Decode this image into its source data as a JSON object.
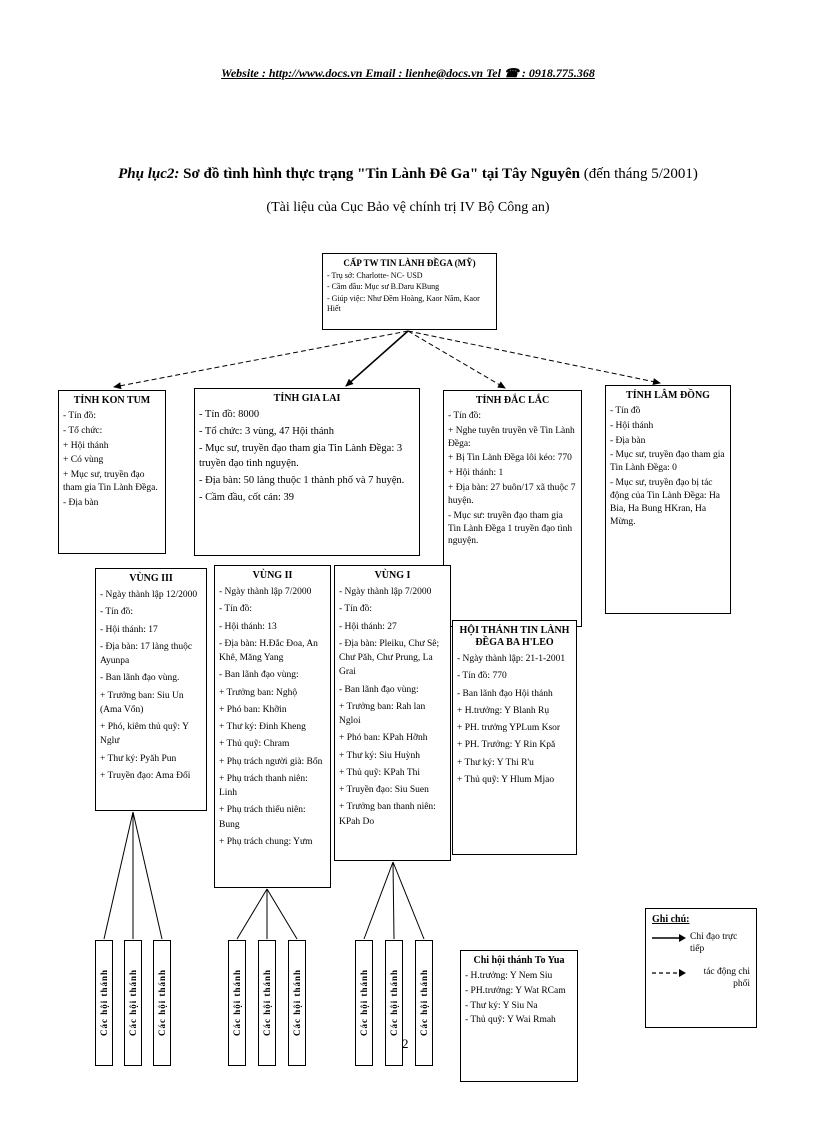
{
  "header": {
    "text": "Website : http://www.docs.vn  Email : lienhe@docs.vn  Tel ☎ : 0918.775.368"
  },
  "title": {
    "prefix": "Phụ lục2:",
    "main": " Sơ đồ tình hình thực trạng \"Tin Lành Đê Ga\" tại Tây Nguyên ",
    "suffix": "(đến tháng 5/2001)",
    "subtitle": "(Tài liệu của Cục Bảo vệ chính trị IV Bộ Công an)"
  },
  "root_box": {
    "title": "CẤP TW TIN LÀNH ĐỀGA (MỸ)",
    "lines": [
      "- Trụ sở: Charlotte- NC- USD",
      "- Cầm đầu: Mục sư B.Daru KBung",
      "- Giúp việc: Như Đềm Hoàng, Kaor Năm, Kaor Hiết"
    ]
  },
  "provinces": [
    {
      "title": "TỈNH KON TUM",
      "lines": [
        "- Tín đồ:",
        "- Tổ chức:",
        "+ Hội thánh",
        "+ Có vùng",
        "+ Mục sư, truyền đạo tham gia Tin Lành Đềga.",
        "- Địa bàn"
      ]
    },
    {
      "title": "TỈNH GIA LAI",
      "lines": [
        "- Tín đồ: 8000",
        "- Tổ chức: 3 vùng, 47 Hội thánh",
        "- Mục sư, truyền đạo tham gia Tin Lành Đềga: 3 truyền đạo tình nguyện.",
        "- Địa bàn: 50 làng thuộc 1 thành phố và 7 huyện.",
        "- Cầm đầu, cốt cán: 39"
      ]
    },
    {
      "title": "TỈNH ĐẮC LẮC",
      "lines": [
        "- Tín đồ:",
        "+ Nghe tuyên truyền về Tin Lành Đềga:",
        "+ Bị Tin Lành Đềga lôi kéo: 770",
        "+ Hội thánh: 1",
        "+ Địa bàn: 27 buôn/17 xã thuộc 7 huyện.",
        "- Mục sư: truyền đạo tham gia Tin Lành Đềga 1 truyền đạo tình nguyện."
      ]
    },
    {
      "title": "TỈNH LÂM ĐỒNG",
      "lines": [
        "- Tín đồ",
        "- Hội thánh",
        "- Địa bàn",
        "- Mục sư, truyền đạo tham gia Tin Lành Đềga: 0",
        "- Mục sư, truyền đạo bị tác động của Tin Lành Đềga: Ha Bia, Ha Bung HKran, Ha Mừng."
      ]
    }
  ],
  "regions": [
    {
      "title": "VÙNG III",
      "lines": [
        "- Ngày thành lập 12/2000",
        "- Tín đồ:",
        "- Hội thánh: 17",
        "- Địa bàn: 17 làng thuộc Ayunpa",
        "- Ban lãnh đạo vùng.",
        "+ Trưởng ban: Siu Un (Ama Vổn)",
        "+ Phó, kiêm thủ quỹ: Y Nglư",
        "+ Thư ký: Pyăh Pun",
        "+ Truyền đạo: Ama Đối"
      ]
    },
    {
      "title": "VÙNG II",
      "lines": [
        "- Ngày thành lập 7/2000",
        "- Tín đồ:",
        "- Hội thánh: 13",
        "- Địa bàn: H.Đắc Đoa, An Khê, Măng Yang",
        "- Ban lãnh đạo vùng:",
        "+ Trưởng ban: Nghộ",
        "+ Phó ban: Khỡin",
        "+ Thư ký: Đinh Kheng",
        "+ Thủ quỹ: Chram",
        "+ Phụ trách người già: Bổn",
        "+ Phụ trách thanh niên: Linh",
        "+ Phụ trách thiếu niên: Bung",
        "+ Phụ trách chung: Yưm"
      ]
    },
    {
      "title": "VÙNG I",
      "lines": [
        "- Ngày thành lập 7/2000",
        "- Tín đồ:",
        "- Hội thánh: 27",
        "- Địa bàn: Pleiku, Chư Sê; Chư Păh, Chư Prung, La Grai",
        "- Ban lãnh đạo vùng:",
        "+ Trưởng ban: Rah lan Ngloi",
        "+ Phó ban: KPah Hỡnh",
        "+ Thư ký: Siu Huỳnh",
        "+ Thủ quỹ: KPah Thi",
        "+ Truyền đạo: Siu Suen",
        "+ Trưởng ban thanh niên: KPah Do"
      ]
    }
  ],
  "hoi_thanh_box": {
    "title": "HỘI THÁNH TIN LÀNH ĐỀGA BA H'LEO",
    "lines": [
      "- Ngày thành lập: 21-1-2001",
      "- Tín đồ: 770",
      "- Ban lãnh đạo Hội thánh",
      "+ H.trưởng: Y Blanh Rụ",
      "+ PH. trưởng YPLum Ksor",
      "+ PH. Trưởng: Y Rin Kpă",
      "+ Thư ký: Y Thi R'u",
      "+ Thủ quỹ: Y Hlum Mjao"
    ]
  },
  "chi_hoi_box": {
    "title": "Chi hội thánh To Yua",
    "lines": [
      "- H.trưởng: Y Nem Siu",
      "- PH.trưởng: Y Wat RCam",
      "- Thư ký: Y Siu Na",
      "- Thủ quỹ: Y Wai Rmah"
    ]
  },
  "legend": {
    "title": "Ghi chú:",
    "items": [
      {
        "arrow": "solid",
        "label": "Chỉ đạo trực tiếp"
      },
      {
        "arrow": "dashed",
        "label": "tác động chi phối"
      }
    ]
  },
  "leaf_label": "Các hội thánh",
  "page_number": "2"
}
